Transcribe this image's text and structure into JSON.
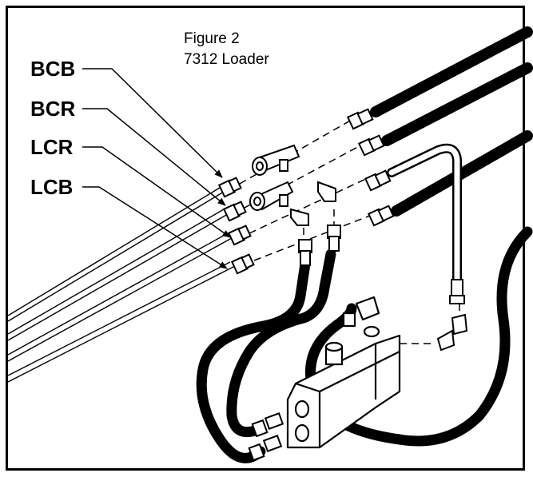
{
  "figure": {
    "title": "Figure 2",
    "subtitle": "7312 Loader"
  },
  "callouts": [
    {
      "label": "BCB"
    },
    {
      "label": "BCR"
    },
    {
      "label": "LCR"
    },
    {
      "label": "LCB"
    }
  ],
  "colors": {
    "ink": "#000000",
    "paper": "#ffffff"
  }
}
